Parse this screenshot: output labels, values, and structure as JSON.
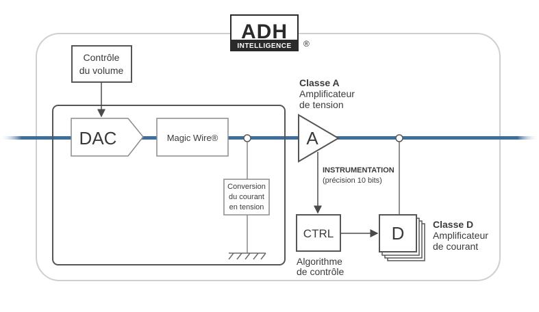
{
  "logo": {
    "text": "ADH",
    "subtitle": "INTELLIGENCE",
    "mark": "®"
  },
  "blocks": {
    "volume": {
      "line1": "Contrôle",
      "line2": "du volume"
    },
    "dac": {
      "label": "DAC"
    },
    "magic_wire": {
      "label": "Magic Wire®"
    },
    "conversion": {
      "line1": "Conversion",
      "line2": "du courant",
      "line3": "en tension"
    },
    "class_a": {
      "symbol": "A",
      "title": "Classe A",
      "line1": "Amplificateur",
      "line2": "de tension"
    },
    "instrumentation": {
      "line1": "INSTRUMENTATION",
      "line2": "(précision 10 bits)"
    },
    "ctrl": {
      "label": "CTRL",
      "caption1": "Algorithme",
      "caption2": "de contrôle"
    },
    "class_d": {
      "symbol": "D",
      "title": "Classe D",
      "line1": "Amplificateur",
      "line2": "de courant"
    }
  },
  "colors": {
    "signal_line": "#3e6e9b",
    "box_stroke": "#5a5a5a",
    "outer_frame": "#c8c8c8"
  }
}
